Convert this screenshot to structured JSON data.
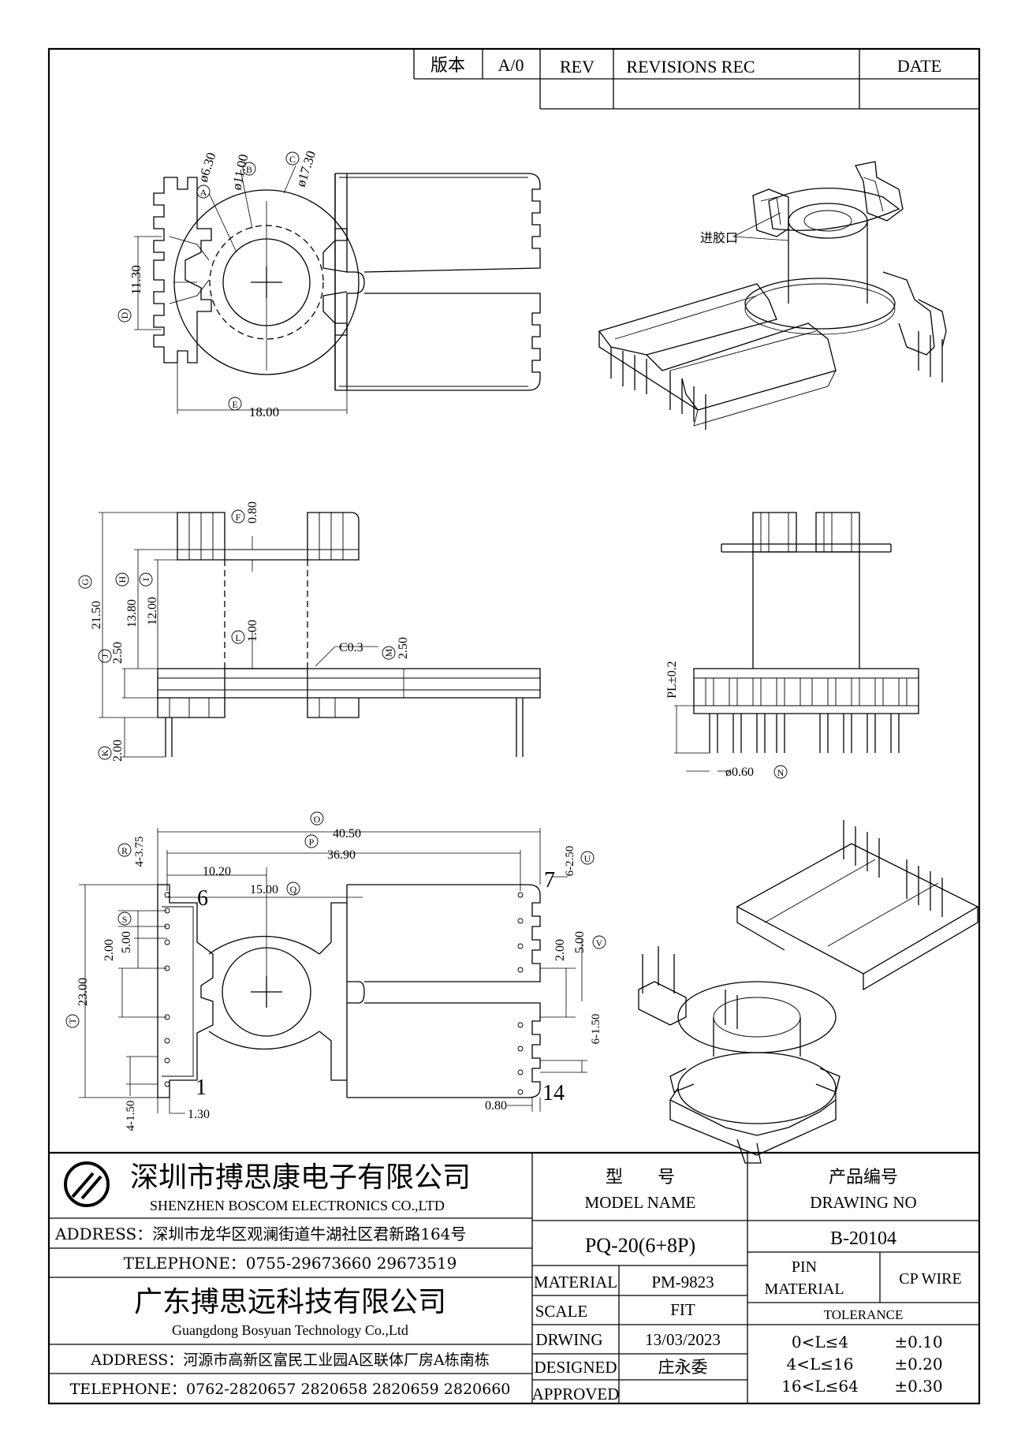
{
  "revision_block": {
    "version_label": "版本",
    "version_value": "A/0",
    "rev_label": "REV",
    "revisions_label": "REVISIONS REC",
    "date_label": "DATE"
  },
  "top_view": {
    "dim_a": "A",
    "dim_a_value": "ø6.30",
    "dim_b": "B",
    "dim_b_value": "ø11.00",
    "dim_c": "C",
    "dim_c_value": "ø17.30",
    "dim_d": "D",
    "dim_d_value": "11.30",
    "dim_e": "E",
    "dim_e_value": "18.00"
  },
  "iso_view_top": {
    "gate_label": "进胶口"
  },
  "side_view": {
    "dim_f": "F",
    "dim_f_value": "0.80",
    "dim_g": "G",
    "dim_g_value": "21.50",
    "dim_h": "H",
    "dim_h_value": "13.80",
    "dim_i": "I",
    "dim_i_value": "12.00",
    "dim_j": "J",
    "dim_j_value": "2.50",
    "dim_k": "K",
    "dim_k_value": "2.00",
    "dim_l": "L",
    "dim_l_value": "1.00",
    "dim_m": "M",
    "dim_m_value": "2.50",
    "chamfer": "C0.3"
  },
  "front_view": {
    "pl_label": "PL±0.2",
    "pin_dia": "ø0.60",
    "dim_n": "N"
  },
  "bottom_view": {
    "dim_o": "O",
    "dim_o_value": "40.50",
    "dim_p": "P",
    "dim_p_value": "36.90",
    "dim_q": "Q",
    "dim_q_value": "15.00",
    "dim_r": "R",
    "dim_r_value": "4-3.75",
    "dim_s": "S",
    "dim_s_value": "2.00",
    "dim_s2_value": "5.00",
    "dim_t": "T",
    "dim_t_value": "23.00",
    "dim_u": "U",
    "dim_u_value": "6-2.50",
    "dim_v": "V",
    "dim_v_left": "2.00",
    "dim_v_value": "5.00",
    "dim_w_value": "6-1.50",
    "dim_x_value": "4-1.50",
    "dim_y_value": "1.30",
    "dim_z_value": "0.80",
    "dim_10": "10.20",
    "pin_6": "6",
    "pin_7": "7",
    "pin_1": "1",
    "pin_14": "14"
  },
  "title_block": {
    "company_cn": "深圳市搏思康电子有限公司",
    "company_en": "SHENZHEN BOSCOM ELECTRONICS CO.,LTD",
    "address1": "ADDRESS：深圳市龙华区观澜街道牛湖社区君新路164号",
    "telephone1": "TELEPHONE：0755-29673660 29673519",
    "company2_cn": "广东搏思远科技有限公司",
    "company2_en": "Guangdong Bosyuan Technology Co.,Ltd",
    "address2": "ADDRESS：河源市高新区富民工业园A区联体厂房A栋南栋",
    "telephone2": "TELEPHONE：0762-2820657 2820658 2820659 2820660",
    "model_cn": "型　　号",
    "model_en": "MODEL NAME",
    "model_value": "PQ-20(6+8P)",
    "drawing_cn": "产品编号",
    "drawing_en": "DRAWING NO",
    "drawing_value": "B-20104",
    "material_label": "MATERIAL",
    "material_value": "PM-9823",
    "pin_material_label1": "PIN",
    "pin_material_label2": "MATERIAL",
    "pin_material_value": "CP WIRE",
    "scale_label": "SCALE",
    "scale_value": "FIT",
    "tolerance_label": "TOLERANCE",
    "drawing_label": "DRWING",
    "drawing_date": "13/03/2023",
    "designed_label": "DESIGNED",
    "designed_value": "庄永委",
    "approved_label": "APPROVED",
    "tol_rows": [
      {
        "range": "0<L≤4",
        "value": "±0.10"
      },
      {
        "range": "4<L≤16",
        "value": "±0.20"
      },
      {
        "range": "16<L≤64",
        "value": "±0.30"
      }
    ]
  }
}
